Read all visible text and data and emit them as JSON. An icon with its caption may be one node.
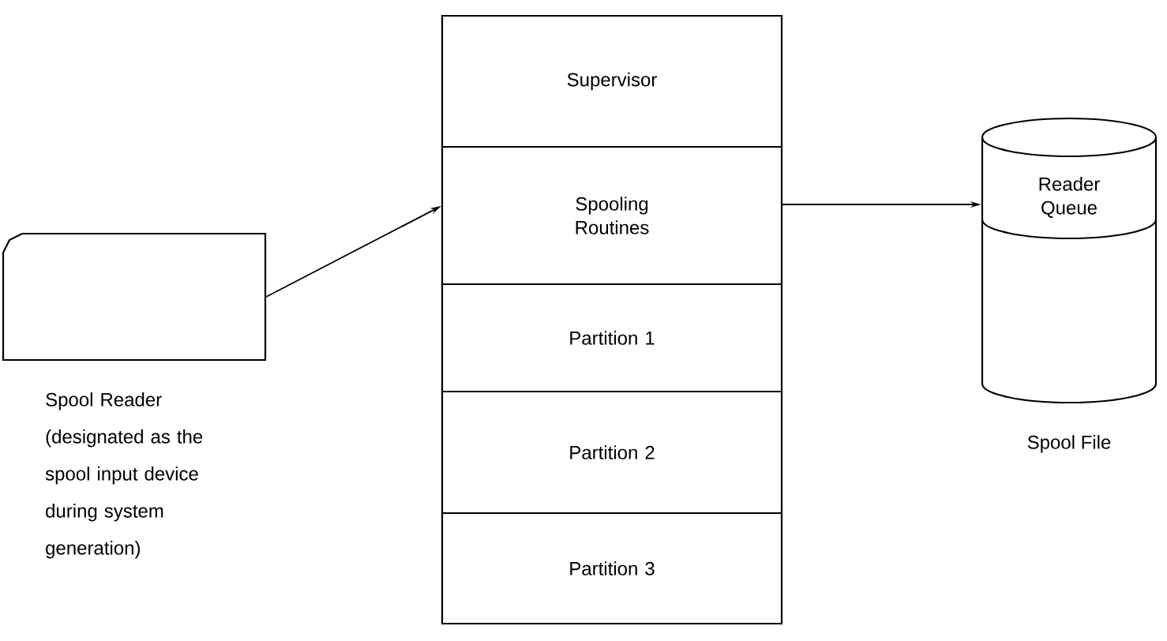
{
  "diagram": {
    "nodes": [
      {
        "text": [],
        "shape": "card",
        "beside": [
          "Spool Reader (designated as the spool input device during system generation)"
        ]
      },
      {
        "text": [
          "Supervisor"
        ]
      },
      {
        "text": [
          "Spooling Routines"
        ]
      },
      {
        "text": [
          "Partition 1"
        ]
      },
      {
        "text": [
          "Partition 2"
        ]
      },
      {
        "text": [
          "Partition 3"
        ]
      },
      {
        "text": [
          "Reader Queue"
        ],
        "beside": [
          "Spool File"
        ]
      }
    ],
    "edges": [
      {
        "from": 0,
        "to": 2,
        "arrow": "to"
      },
      {
        "from": 2,
        "to": 6,
        "arrow": "to"
      }
    ]
  }
}
